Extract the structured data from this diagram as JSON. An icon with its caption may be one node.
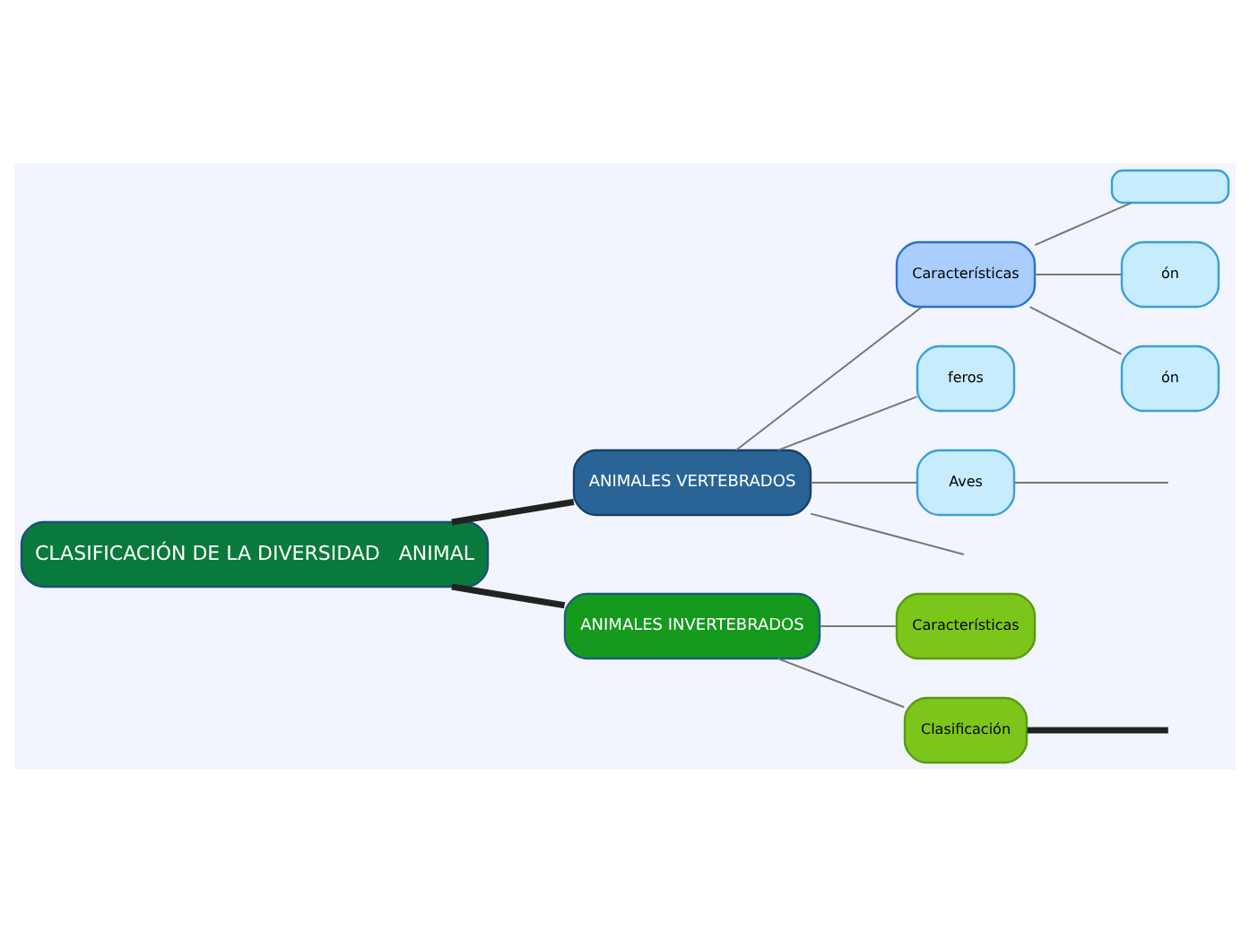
{
  "diagram": {
    "nodes": [
      {
        "text": [
          "CLASIFICACIÓN DE LA DIVERSIDAD   ANIMAL"
        ]
      },
      {
        "text": [
          "ANIMALES VERTEBRADOS"
        ]
      },
      {
        "text": [
          "ANIMALES INVERTEBRADOS"
        ]
      },
      {
        "text": [
          "Características"
        ]
      },
      {
        "text": [],
        "shape": "box"
      },
      {
        "text": [
          "ón"
        ]
      },
      {
        "text": [
          "ón"
        ]
      },
      {
        "text": [
          "feros"
        ]
      },
      {
        "text": [
          "Aves"
        ]
      },
      {
        "text": [
          "Características"
        ]
      },
      {
        "text": [
          "Clasificación"
        ]
      }
    ],
    "edges": [
      {
        "from": 0,
        "to": 1,
        "arrow": "none",
        "style": "thick"
      },
      {
        "from": 0,
        "to": 2,
        "arrow": "none",
        "style": "thick"
      },
      {
        "from": 1,
        "to": 3,
        "arrow": "none"
      },
      {
        "from": 1,
        "to": 7,
        "arrow": "none"
      },
      {
        "from": 1,
        "to": 8,
        "arrow": "none"
      },
      {
        "from": 1,
        "to": null,
        "arrow": "none"
      },
      {
        "from": 3,
        "to": 4,
        "arrow": "none"
      },
      {
        "from": 3,
        "to": 5,
        "arrow": "none"
      },
      {
        "from": 3,
        "to": 6,
        "arrow": "none"
      },
      {
        "from": 8,
        "to": null,
        "arrow": "none"
      },
      {
        "from": 2,
        "to": 9,
        "arrow": "none"
      },
      {
        "from": 2,
        "to": 10,
        "arrow": "none"
      },
      {
        "from": 10,
        "to": null,
        "arrow": "none",
        "style": "thick"
      }
    ]
  }
}
